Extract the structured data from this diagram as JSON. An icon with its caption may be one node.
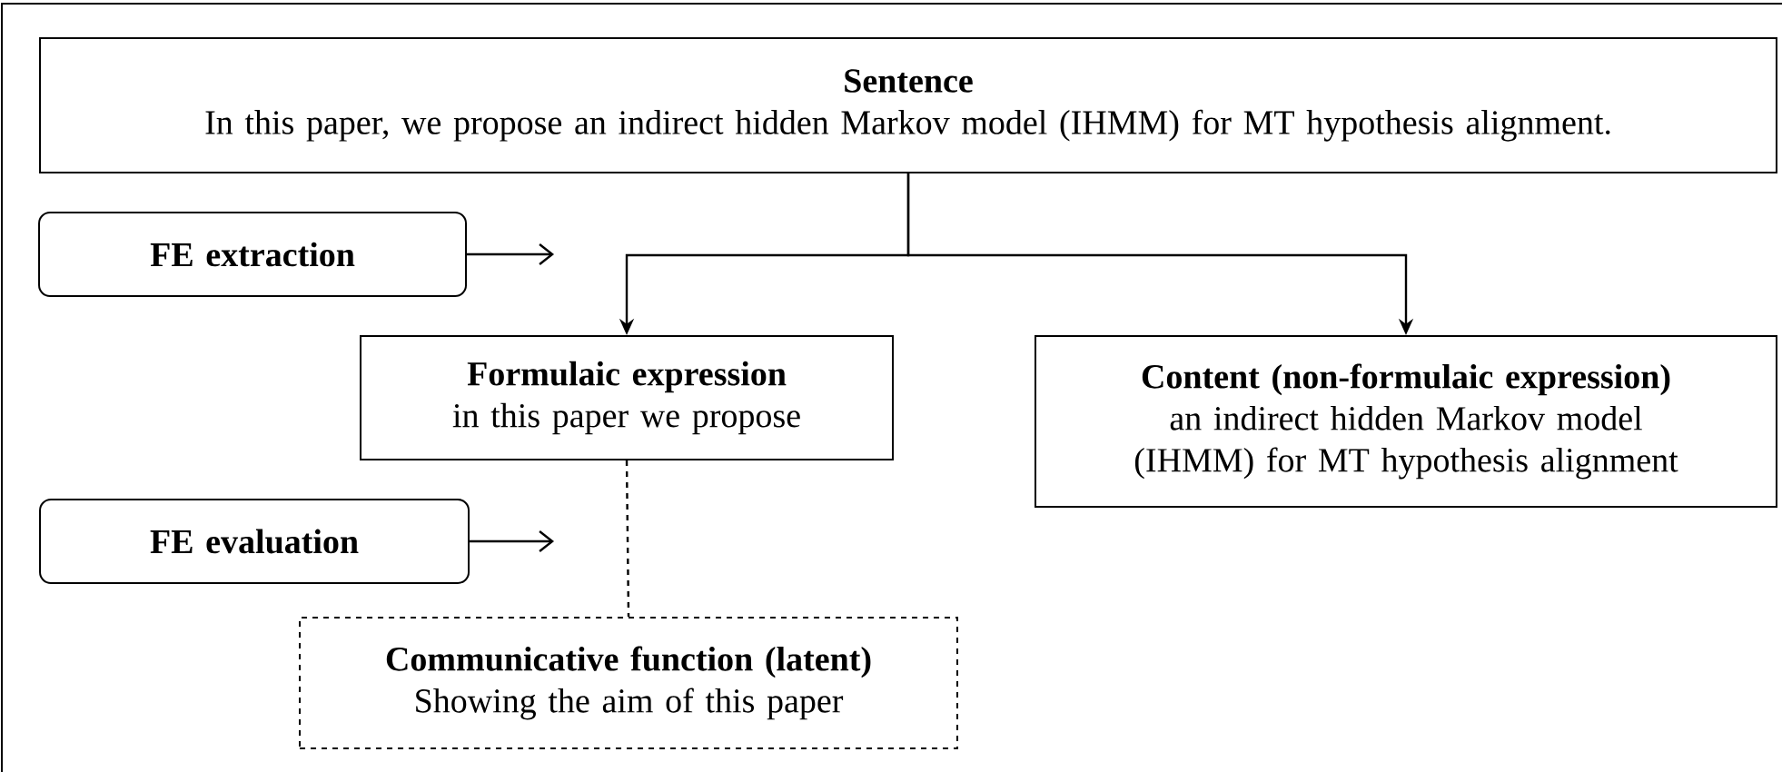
{
  "diagram": {
    "nodes": [
      {
        "text": [
          "Sentence",
          "In this paper, we propose an indirect hidden Markov model (IHMM) for MT hypothesis alignment."
        ]
      },
      {
        "text": [
          "FE extraction"
        ]
      },
      {
        "text": [
          "Formulaic expression",
          "in this paper we propose"
        ]
      },
      {
        "text": [
          "Content (non-formulaic expression)",
          "an indirect hidden Markov model (IHMM) for MT hypothesis alignment"
        ]
      },
      {
        "text": [
          "FE evaluation"
        ]
      },
      {
        "text": [
          "Communicative function (latent)",
          "Showing the aim of this paper"
        ]
      }
    ],
    "edges": [
      {
        "from": 0,
        "to": 2,
        "arrow": "to"
      },
      {
        "from": 0,
        "to": 3,
        "arrow": "to"
      },
      {
        "from": 1,
        "to": null,
        "arrow": "to"
      },
      {
        "from": 2,
        "to": 5,
        "arrow": "none",
        "style": "dashed"
      },
      {
        "from": 4,
        "to": null,
        "arrow": "to"
      }
    ]
  }
}
